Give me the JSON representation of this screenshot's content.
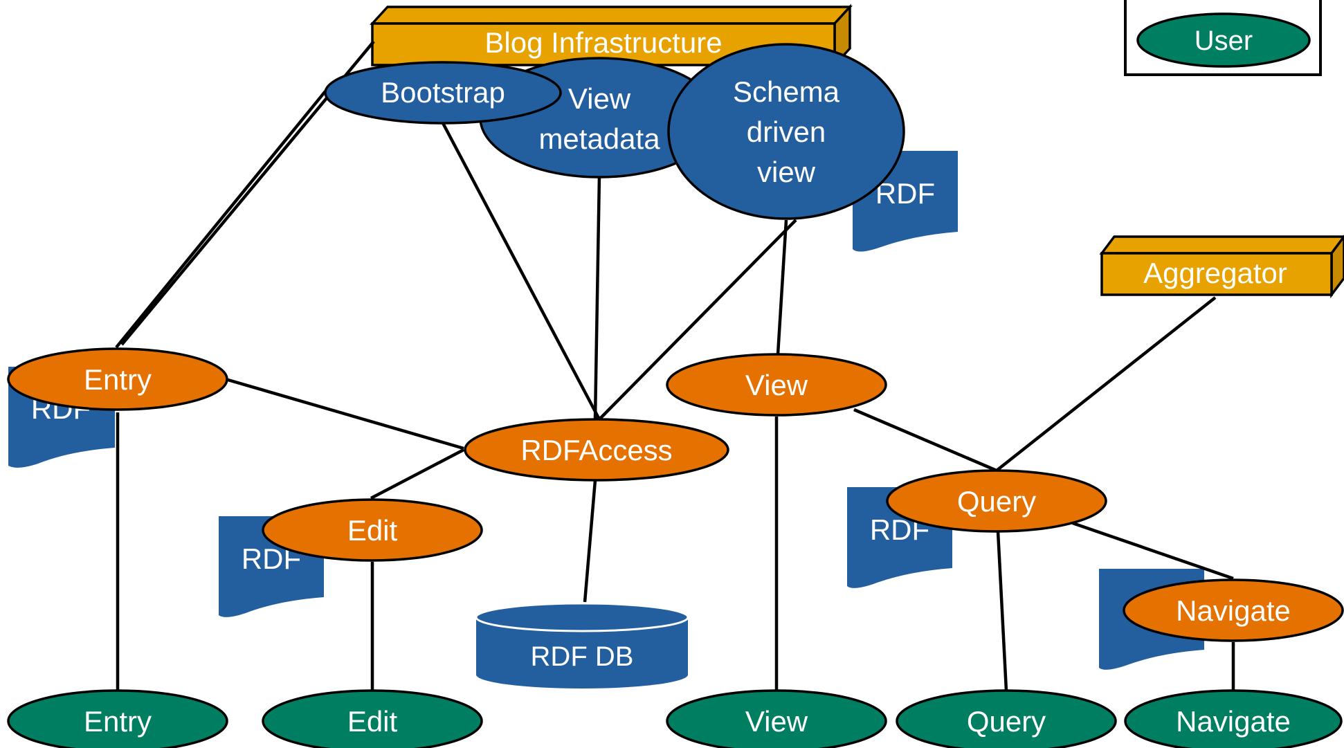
{
  "colors": {
    "infrastructure": "#E8A200",
    "infrastructure_side": "#C88A00",
    "component": "#235F9E",
    "action": "#E47100",
    "user": "#007E62",
    "document": "#235F9E",
    "edge": "#000000"
  },
  "legend": {
    "user_label": "User"
  },
  "infrastructure": {
    "blog": "Blog Infrastructure",
    "aggregator": "Aggregator"
  },
  "components": {
    "bootstrap": "Bootstrap",
    "view_metadata": [
      "View",
      "metadata"
    ],
    "schema_view": [
      "Schema",
      "driven",
      "view"
    ]
  },
  "documents": {
    "rdf": "RDF",
    "rdf_db": "RDF DB"
  },
  "actions": {
    "entry": "Entry",
    "edit": "Edit",
    "rdf_access": "RDFAccess",
    "view": "View",
    "query": "Query",
    "navigate": "Navigate"
  },
  "users": {
    "entry": "Entry",
    "edit": "Edit",
    "view": "View",
    "query": "Query",
    "navigate": "Navigate"
  },
  "icons": [
    "arrow-head-icon",
    "database-cylinder-icon",
    "document-icon"
  ]
}
